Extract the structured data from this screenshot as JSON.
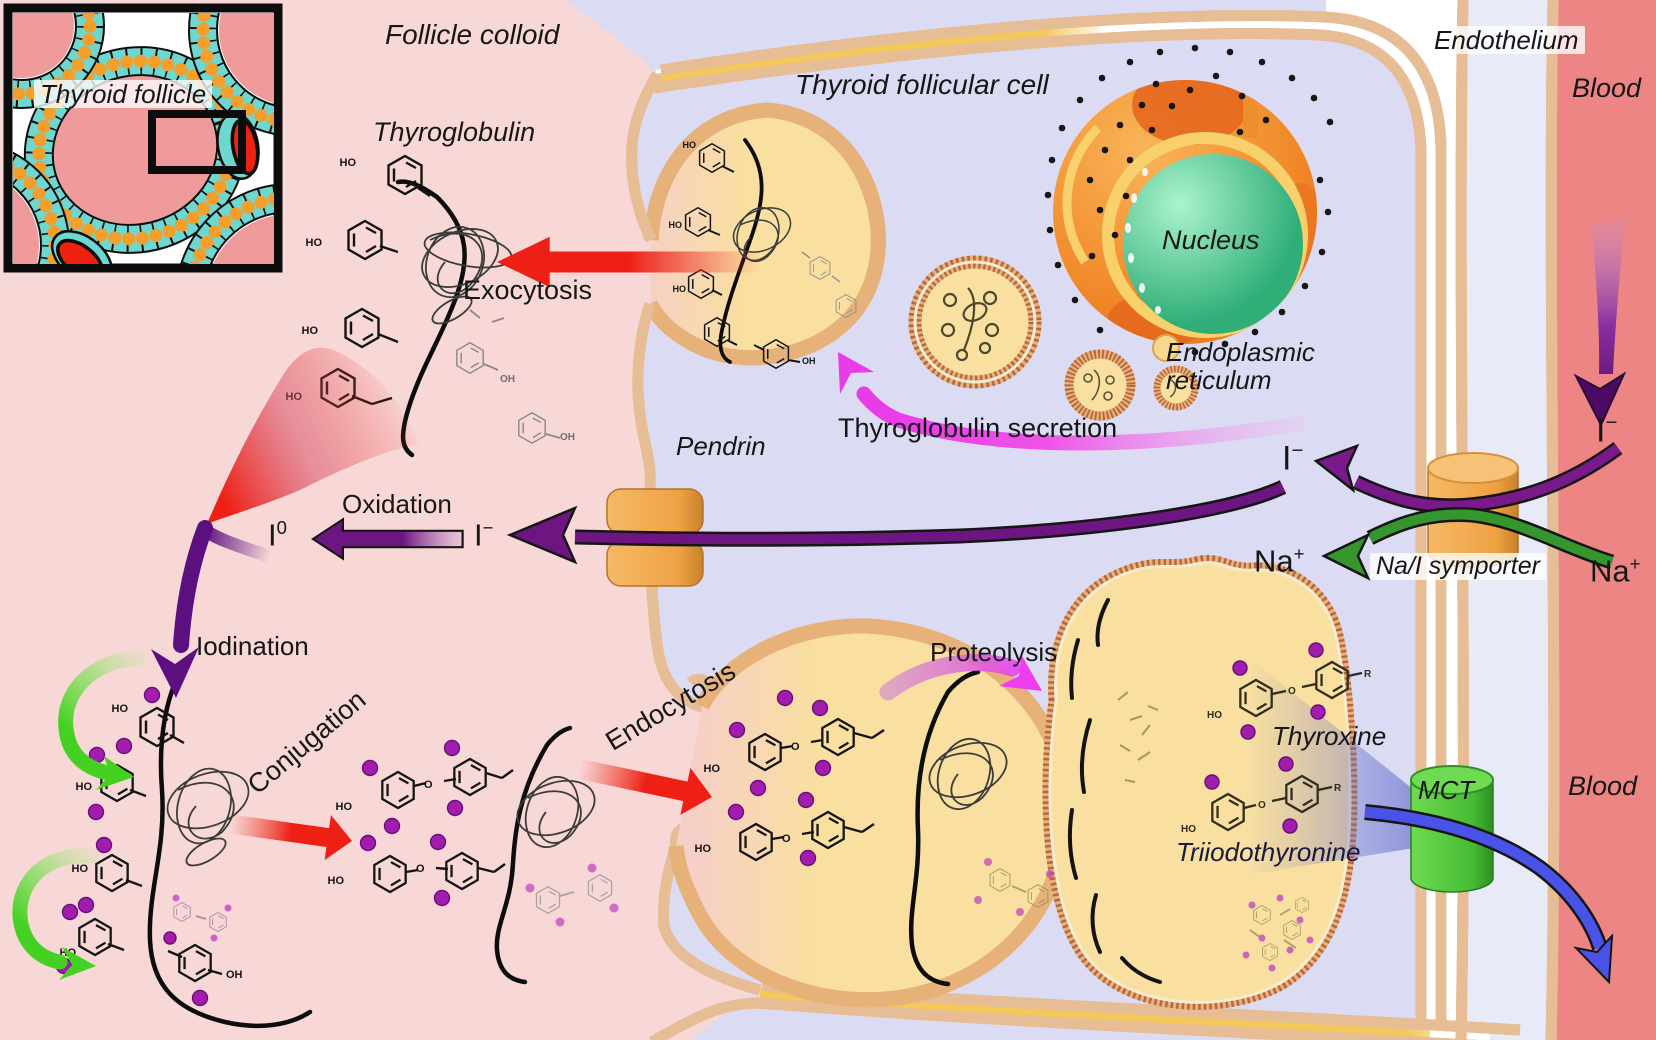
{
  "inset": {
    "label": "Thyroid follicle"
  },
  "regions": {
    "follicle_colloid": "Follicle colloid",
    "cell": "Thyroid follicular cell",
    "endothelium": "Endothelium",
    "blood_top": "Blood",
    "blood_bottom": "Blood"
  },
  "organelles": {
    "nucleus": "Nucleus",
    "endoplasmic_reticulum": "Endoplasmic reticulum"
  },
  "transporters": {
    "pendrin": "Pendrin",
    "na_i_symporter": "Na/I symporter",
    "mct": "MCT"
  },
  "processes": {
    "exocytosis": "Exocytosis",
    "endocytosis": "Endocytosis",
    "oxidation": "Oxidation",
    "iodination": "Iodination",
    "conjugation": "Conjugation",
    "proteolysis": "Proteolysis",
    "secretion": "Thyroglobulin secretion"
  },
  "molecules": {
    "thyroglobulin": "Thyroglobulin",
    "thyroxine": "Thyroxine",
    "triiodothyronine": "Triiodothyronine",
    "ho": "HO",
    "oh": "OH",
    "ether_o": "O",
    "r_group": "R"
  },
  "ions": {
    "iodide": {
      "base": "I",
      "sup": "−"
    },
    "iodine0": {
      "base": "I",
      "sup": "0"
    },
    "sodium": {
      "base": "Na",
      "sup": "+"
    }
  },
  "colors": {
    "colloid": "#f7d8d6",
    "cytoplasm": "#dbdcf3",
    "blood": "#ed8585",
    "membrane": "#b5653f",
    "vesicle": "#f9dfa0",
    "nucleus_green": "#35b47e",
    "er_orange": "#ee7d1c",
    "iodine_purple": "#a21caf",
    "arrow_red": "#ee2015",
    "arrow_purple": "#6d1580",
    "arrow_green": "#35962e",
    "arrow_magenta": "#e93ce9",
    "arrow_blue": "#4953e8",
    "transporter_orange": "#f0a848",
    "mct_green": "#55cc3a"
  }
}
